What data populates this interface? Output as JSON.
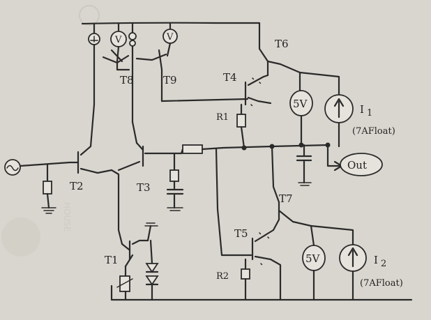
{
  "labels": {
    "t1": "T1",
    "t2": "T2",
    "t3": "T3",
    "t4": "T4",
    "t5": "T5",
    "t6": "T6",
    "t7": "T7",
    "t8": "T8",
    "t9": "T9",
    "r1": "R1",
    "r2": "R2",
    "v_top_1": "V",
    "v_top_2": "V",
    "src_5v_top": "5V",
    "src_5v_bottom": "5V",
    "i1": "I",
    "i1_sub": "1",
    "i1_note": "(7AFloat)",
    "i2": "I",
    "i2_sub": "2",
    "i2_note": "(7AFloat)",
    "out": "Out"
  },
  "colors": {
    "ink": "#2a2a2a",
    "paper": "#d9d6cf"
  }
}
